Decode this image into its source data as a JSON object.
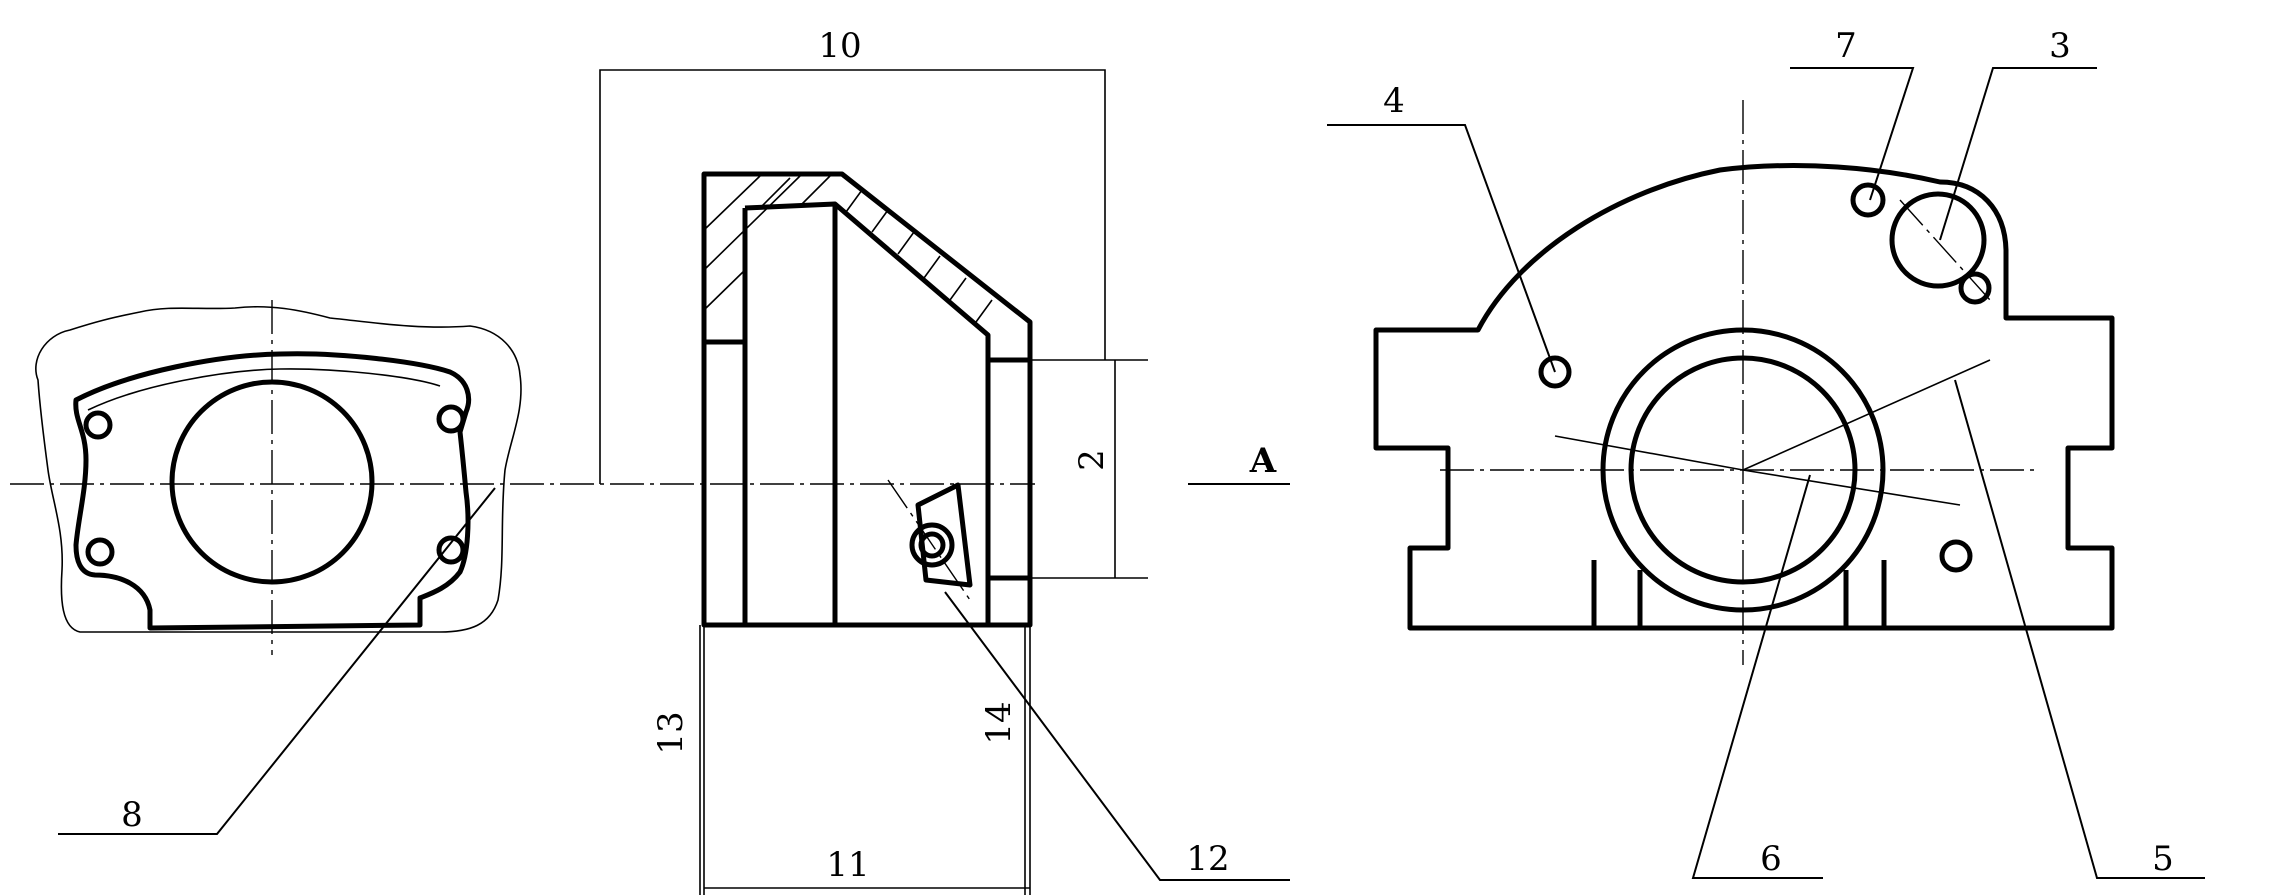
{
  "callouts": {
    "c1": "10",
    "c2": "2",
    "c3": "3",
    "c4": "4",
    "c5": "5",
    "c6": "6",
    "c7": "7",
    "c8": "8",
    "c9": "11",
    "c10": "12",
    "c11": "13",
    "c12": "14"
  },
  "view_marker": "A"
}
